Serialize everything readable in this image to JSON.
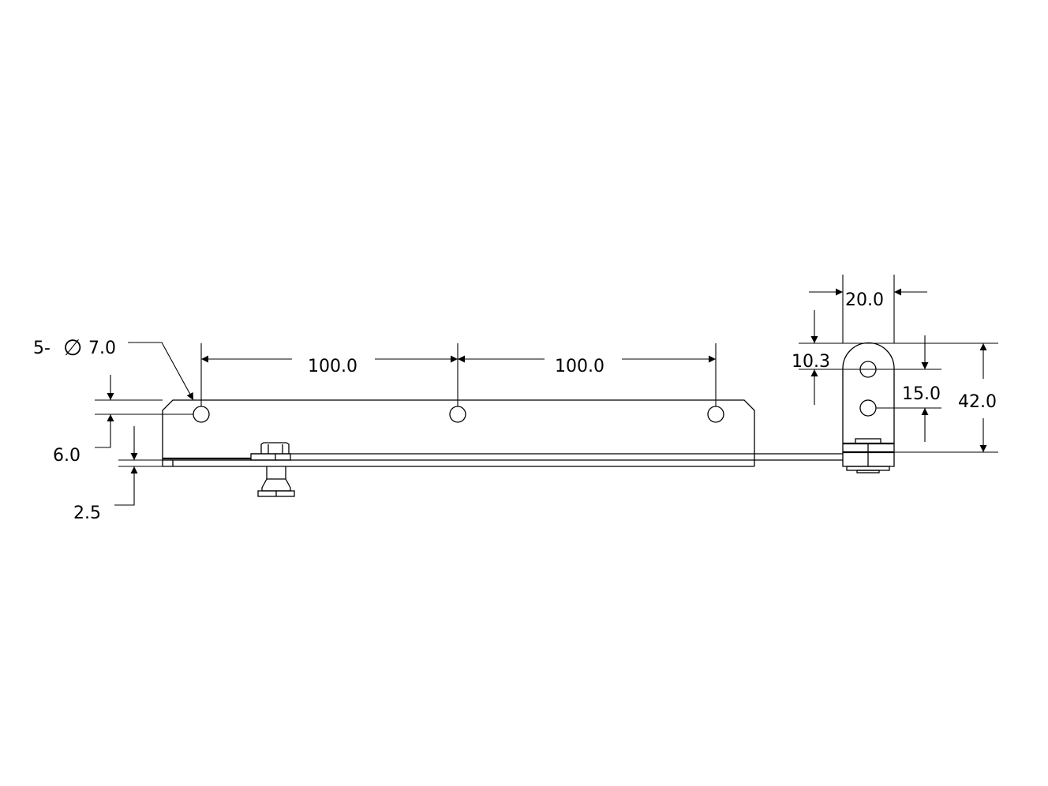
{
  "drawing": {
    "hole_callout_count": "5-",
    "hole_callout_symbol": "∅",
    "hole_callout_diameter": "7.0",
    "dim_hole_pitch_1": "100.0",
    "dim_hole_pitch_2": "100.0",
    "dim_hole_edge_offset": "6.0",
    "dim_plate_thickness": "2.5",
    "dim_tab_width": "20.0",
    "dim_tab_top_hole": "10.3",
    "dim_tab_hole_spacing": "15.0",
    "dim_tab_height": "42.0"
  }
}
